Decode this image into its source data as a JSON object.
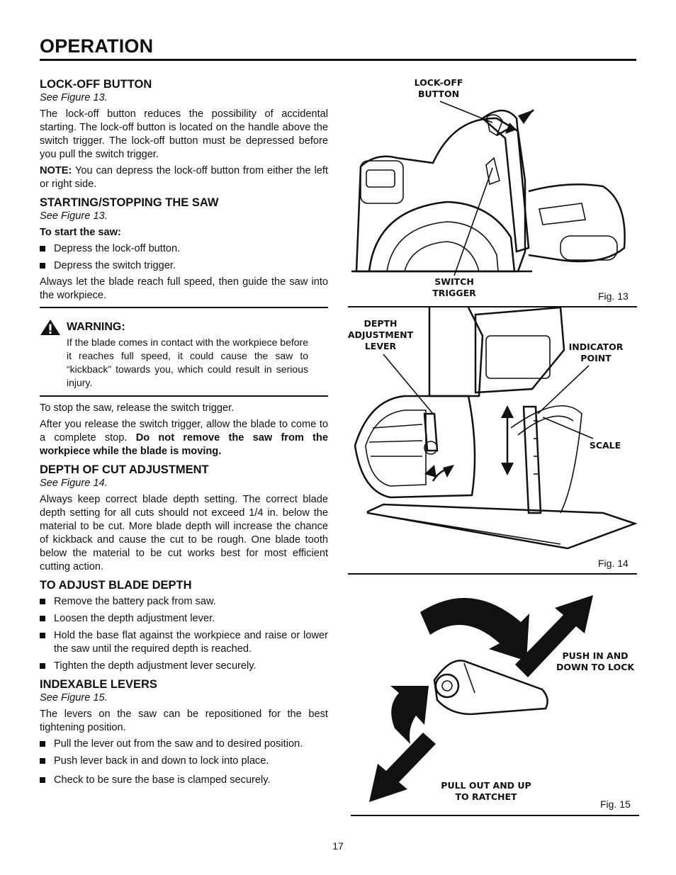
{
  "header": {
    "title": "OPERATION"
  },
  "sections": {
    "lockoff": {
      "heading": "LOCK-OFF BUTTON",
      "see": "See Figure 13.",
      "body": "The lock-off button reduces the possibility of accidental starting. The lock-off button is located on the handle above the switch trigger. The lock-off button must be depressed before you pull the switch trigger.",
      "note_label": "NOTE:",
      "note_text": " You can depress the lock-off button from either the left or right side."
    },
    "startstop": {
      "heading": "STARTING/STOPPING THE SAW",
      "see": "See Figure 13.",
      "start_label": "To start the saw:",
      "bullets": [
        "Depress the lock-off button.",
        "Depress the switch trigger."
      ],
      "body": "Always let the blade reach full speed, then guide the saw into the workpiece."
    },
    "warning": {
      "label": "WARNING:",
      "text": "If the blade comes in contact with the workpiece before it reaches full speed, it could cause the saw to “kickback” towards you, which could result in serious injury."
    },
    "stop": {
      "line1": "To stop the saw, release the switch trigger.",
      "line2": "After you release the switch trigger, allow the blade to come to a complete stop. ",
      "line2_bold": "Do not remove the saw from the workpiece while the blade is moving."
    },
    "depth": {
      "heading": "DEPTH OF CUT ADJUSTMENT",
      "see": "See Figure 14.",
      "body": "Always keep correct blade depth setting. The correct blade depth setting for all cuts should not exceed 1/4 in. below the material to be cut. More blade depth will increase the chance of kickback and cause the cut to be rough. One blade tooth below the material to be cut works best for most efficient cutting action."
    },
    "adjust": {
      "heading": "TO ADJUST BLADE DEPTH",
      "bullets": [
        "Remove the battery pack from saw.",
        "Loosen the depth adjustment lever.",
        "Hold the base flat against the workpiece and raise or lower the saw until the required depth is reached.",
        "Tighten the depth adjustment lever securely."
      ]
    },
    "index": {
      "heading": "INDEXABLE LEVERS",
      "see": "See Figure 15.",
      "body": "The levers on the saw can be repositioned for the best tightening position.",
      "bullets": [
        "Pull the lever out from the saw and to desired position.",
        "Push lever back in and down to lock into place."
      ],
      "last_bullet": "Check to be sure the base is clamped securely."
    }
  },
  "figures": {
    "fig13": {
      "caption": "Fig. 13",
      "lockoff_label": "LOCK-OFF\nBUTTON",
      "trigger_label": "SWITCH\nTRIGGER"
    },
    "fig14": {
      "caption": "Fig. 14",
      "depth_label": "DEPTH\nADJUSTMENT\nLEVER",
      "indicator_label": "INDICATOR\nPOINT",
      "scale_label": "SCALE"
    },
    "fig15": {
      "caption": "Fig. 15",
      "push_label": "PUSH IN AND\nDOWN TO LOCK",
      "pull_label": "PULL OUT AND UP\nTO RATCHET"
    }
  },
  "footer": {
    "page_number": "17"
  },
  "colors": {
    "text": "#111111",
    "background": "#ffffff"
  }
}
